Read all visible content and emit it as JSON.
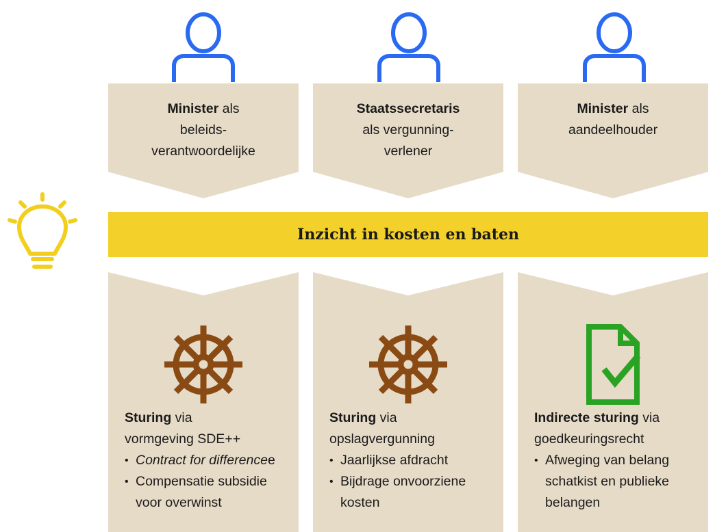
{
  "colors": {
    "person_blue": "#2a6af2",
    "card_beige": "#e6dbc7",
    "band_yellow": "#f4d12a",
    "bulb_yellow": "#f2cf1f",
    "wheel_brown": "#8a4a14",
    "check_green": "#2aa324"
  },
  "roles": [
    {
      "bold": "Minister",
      "rest": " als",
      "lines": [
        "beleids-",
        "verantwoordelijke"
      ],
      "icon": "person-icon"
    },
    {
      "bold": "Staatssecretaris",
      "rest": "",
      "lines": [
        "als vergunning-",
        "verlener"
      ],
      "icon": "person-icon"
    },
    {
      "bold": "Minister",
      "rest": " als",
      "lines": [
        "aandeelhouder"
      ],
      "icon": "person-icon"
    }
  ],
  "band": {
    "title": "Inzicht in kosten en baten",
    "icon": "lightbulb-icon"
  },
  "cards": [
    {
      "icon": "ship-wheel-icon",
      "bold": "Sturing",
      "rest": " via",
      "line2": "vormgeving SDE++",
      "bullets": [
        {
          "italic": "Contract for difference",
          "normal": ""
        },
        {
          "italic": "",
          "normal": "Compensatie subsidie voor overwinst"
        }
      ]
    },
    {
      "icon": "ship-wheel-icon",
      "bold": "Sturing",
      "rest": " via",
      "line2": "opslagvergunning",
      "bullets": [
        {
          "italic": "",
          "normal": "Jaarlijkse afdracht"
        },
        {
          "italic": "",
          "normal": "Bijdrage onvoorziene kosten"
        }
      ]
    },
    {
      "icon": "document-check-icon",
      "bold": "Indirecte sturing",
      "rest": " via",
      "line2": "goedkeuringsrecht",
      "bullets": [
        {
          "italic": "",
          "normal": "Afweging van belang schatkist en publieke belangen"
        }
      ]
    }
  ]
}
